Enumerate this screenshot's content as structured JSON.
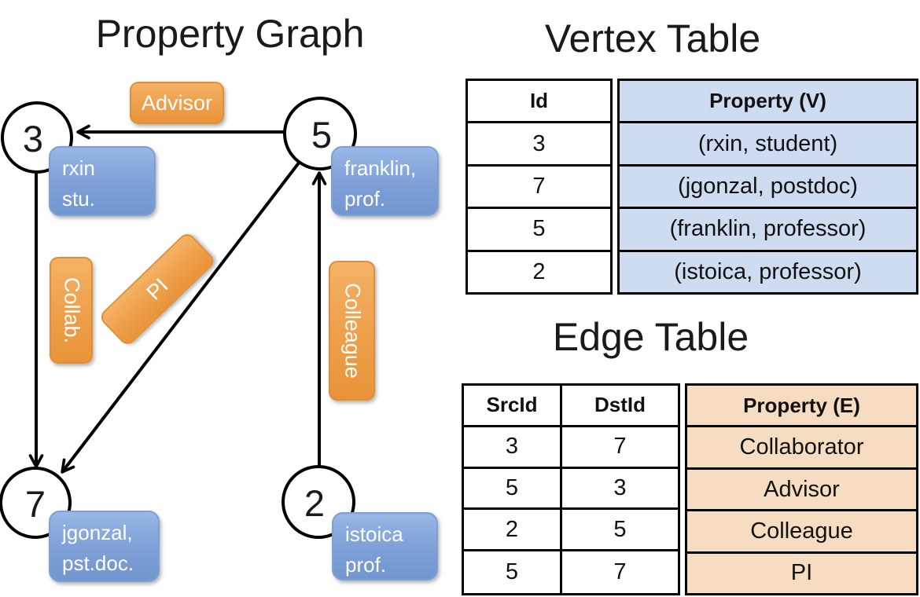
{
  "graph": {
    "title": "Property Graph",
    "nodes": {
      "n3": "3",
      "n5": "5",
      "n7": "7",
      "n2": "2"
    },
    "vertex_labels": {
      "rxin": {
        "line1": "rxin",
        "line2": "stu."
      },
      "franklin": {
        "line1": "franklin,",
        "line2": "prof."
      },
      "jgonzal": {
        "line1": "jgonzal,",
        "line2": "pst.doc."
      },
      "istoica": {
        "line1": "istoica",
        "line2": "prof."
      }
    },
    "edge_labels": {
      "advisor": "Advisor",
      "collab": "Collab.",
      "pi": "PI",
      "colleague": "Colleague"
    }
  },
  "vertex_table": {
    "title": "Vertex Table",
    "headers": {
      "id": "Id",
      "property": "Property (V)"
    },
    "rows": [
      {
        "id": "3",
        "property": "(rxin, student)"
      },
      {
        "id": "7",
        "property": "(jgonzal, postdoc)"
      },
      {
        "id": "5",
        "property": "(franklin, professor)"
      },
      {
        "id": "2",
        "property": "(istoica, professor)"
      }
    ]
  },
  "edge_table": {
    "title": "Edge Table",
    "headers": {
      "src": "SrcId",
      "dst": "DstId",
      "property": "Property (E)"
    },
    "rows": [
      {
        "src": "3",
        "dst": "7",
        "property": "Collaborator"
      },
      {
        "src": "5",
        "dst": "3",
        "property": "Advisor"
      },
      {
        "src": "2",
        "dst": "5",
        "property": "Colleague"
      },
      {
        "src": "5",
        "dst": "7",
        "property": "PI"
      }
    ]
  },
  "colors": {
    "edge_label_orange": "#ee9f4a",
    "vertex_box_blue": "#7d9fd6",
    "vertex_table_fill": "#cfdbf1",
    "edge_table_fill": "#f6ddc2"
  }
}
